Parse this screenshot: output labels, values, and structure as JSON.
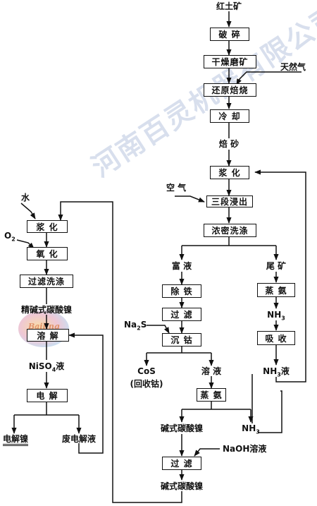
{
  "watermark": "河南百灵机器有限公司",
  "logo_text": "Bailing",
  "right": {
    "hongtukuang": "红土矿",
    "posui": "破 碎",
    "ganzao": "干燥磨矿",
    "tianranqi": "天然气",
    "huanyuan": "还原焙烧",
    "lengque": "冷 却",
    "beisha": "焙 砂",
    "jianghua": "浆 化",
    "kongqi": "空 气",
    "jinchu": "三段浸出",
    "nongmi": "浓密洗涤",
    "fuye": "富 液",
    "weikuang": "尾 矿",
    "chutie": "除 铁",
    "zhengan1": "蒸 氨",
    "guolv1": "过 滤",
    "nh3": "NH",
    "nh3_sub": "3",
    "na2s": "Na",
    "na2s_sub": "2",
    "na2s_s": "S",
    "chengu": "沉 钴",
    "xishou": "吸 收",
    "cos": "CoS",
    "huishougu": "(回收钴)",
    "rongye": "溶 液",
    "nh3ye": "NH",
    "nh3ye_sub": "3",
    "nh3ye_tail": "液",
    "zhengan2": "蒸 氨",
    "jianshi1": "碱式碳酸镍",
    "nh3b": "NH",
    "nh3b_sub": "3",
    "naoh": "NaOH溶液",
    "guolv2": "过 滤",
    "jianshi2": "碱式碳酸镍"
  },
  "left": {
    "shui": "水",
    "jianghua": "浆 化",
    "o2": "O",
    "o2_sub": "2",
    "yanghua": "氧 化",
    "guolvxidi": "过滤洗涤",
    "jingjianshi": "精碱式碳酸镍",
    "rongjie": "溶 解",
    "niso4": "NiSO",
    "niso4_sub": "4",
    "niso4_tail": "液",
    "dianjie": "电 解",
    "dianjienie": "电解镍",
    "feidianjieye": "废电解液"
  }
}
